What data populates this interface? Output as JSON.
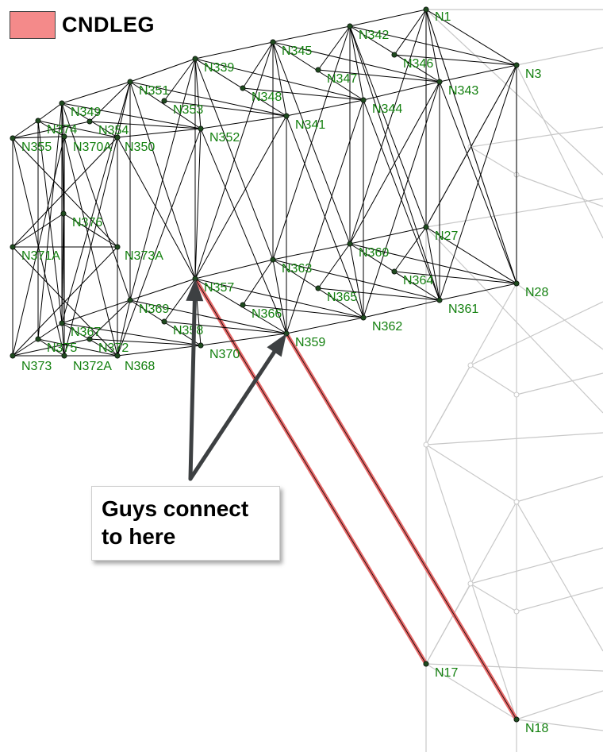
{
  "legend": {
    "label": "CNDLEG",
    "color": "#f48a8a"
  },
  "callout": {
    "line1": "Guys connect",
    "line2": "to here"
  },
  "colors": {
    "structure": "#000000",
    "background_structure": "#c8c8c8",
    "node": "#1f4a1f",
    "node_label": "#13800f",
    "arrow": "#3d4042",
    "guy": "#e86a6a"
  },
  "nodes": [
    {
      "id": "N1",
      "label": "N1"
    },
    {
      "id": "N3",
      "label": "N3"
    },
    {
      "id": "N342",
      "label": "N342"
    },
    {
      "id": "N345",
      "label": "N345"
    },
    {
      "id": "N346",
      "label": "N346"
    },
    {
      "id": "N347",
      "label": "N347"
    },
    {
      "id": "N339",
      "label": "N339"
    },
    {
      "id": "N343",
      "label": "N343"
    },
    {
      "id": "N348",
      "label": "N348"
    },
    {
      "id": "N344",
      "label": "N344"
    },
    {
      "id": "N351",
      "label": "N351"
    },
    {
      "id": "N353",
      "label": "N353"
    },
    {
      "id": "N341",
      "label": "N341"
    },
    {
      "id": "N349",
      "label": "N349"
    },
    {
      "id": "N374",
      "label": "N374"
    },
    {
      "id": "N354",
      "label": "N354"
    },
    {
      "id": "N355",
      "label": "N355"
    },
    {
      "id": "N370A",
      "label": "N370A"
    },
    {
      "id": "N350",
      "label": "N350"
    },
    {
      "id": "N352",
      "label": "N352"
    },
    {
      "id": "N376",
      "label": "N376"
    },
    {
      "id": "N27",
      "label": "N27"
    },
    {
      "id": "N371A",
      "label": "N371A"
    },
    {
      "id": "N373A",
      "label": "N373A"
    },
    {
      "id": "N360",
      "label": "N360"
    },
    {
      "id": "N363",
      "label": "N363"
    },
    {
      "id": "N364",
      "label": "N364"
    },
    {
      "id": "N357",
      "label": "N357"
    },
    {
      "id": "N28",
      "label": "N28"
    },
    {
      "id": "N365",
      "label": "N365"
    },
    {
      "id": "N361",
      "label": "N361"
    },
    {
      "id": "N369",
      "label": "N369"
    },
    {
      "id": "N366",
      "label": "N366"
    },
    {
      "id": "N362",
      "label": "N362"
    },
    {
      "id": "N367",
      "label": "N367"
    },
    {
      "id": "N358",
      "label": "N358"
    },
    {
      "id": "N359",
      "label": "N359"
    },
    {
      "id": "N375",
      "label": "N375"
    },
    {
      "id": "N372",
      "label": "N372"
    },
    {
      "id": "N373",
      "label": "N373"
    },
    {
      "id": "N372A",
      "label": "N372A"
    },
    {
      "id": "N368",
      "label": "N368"
    },
    {
      "id": "N370",
      "label": "N370"
    },
    {
      "id": "N17",
      "label": "N17"
    },
    {
      "id": "N18",
      "label": "N18"
    }
  ],
  "guys": [
    {
      "from": "N357",
      "to": "N17"
    },
    {
      "from": "N359",
      "to": "N18"
    }
  ],
  "arrows": [
    {
      "to": "N357"
    },
    {
      "to": "N359"
    }
  ]
}
